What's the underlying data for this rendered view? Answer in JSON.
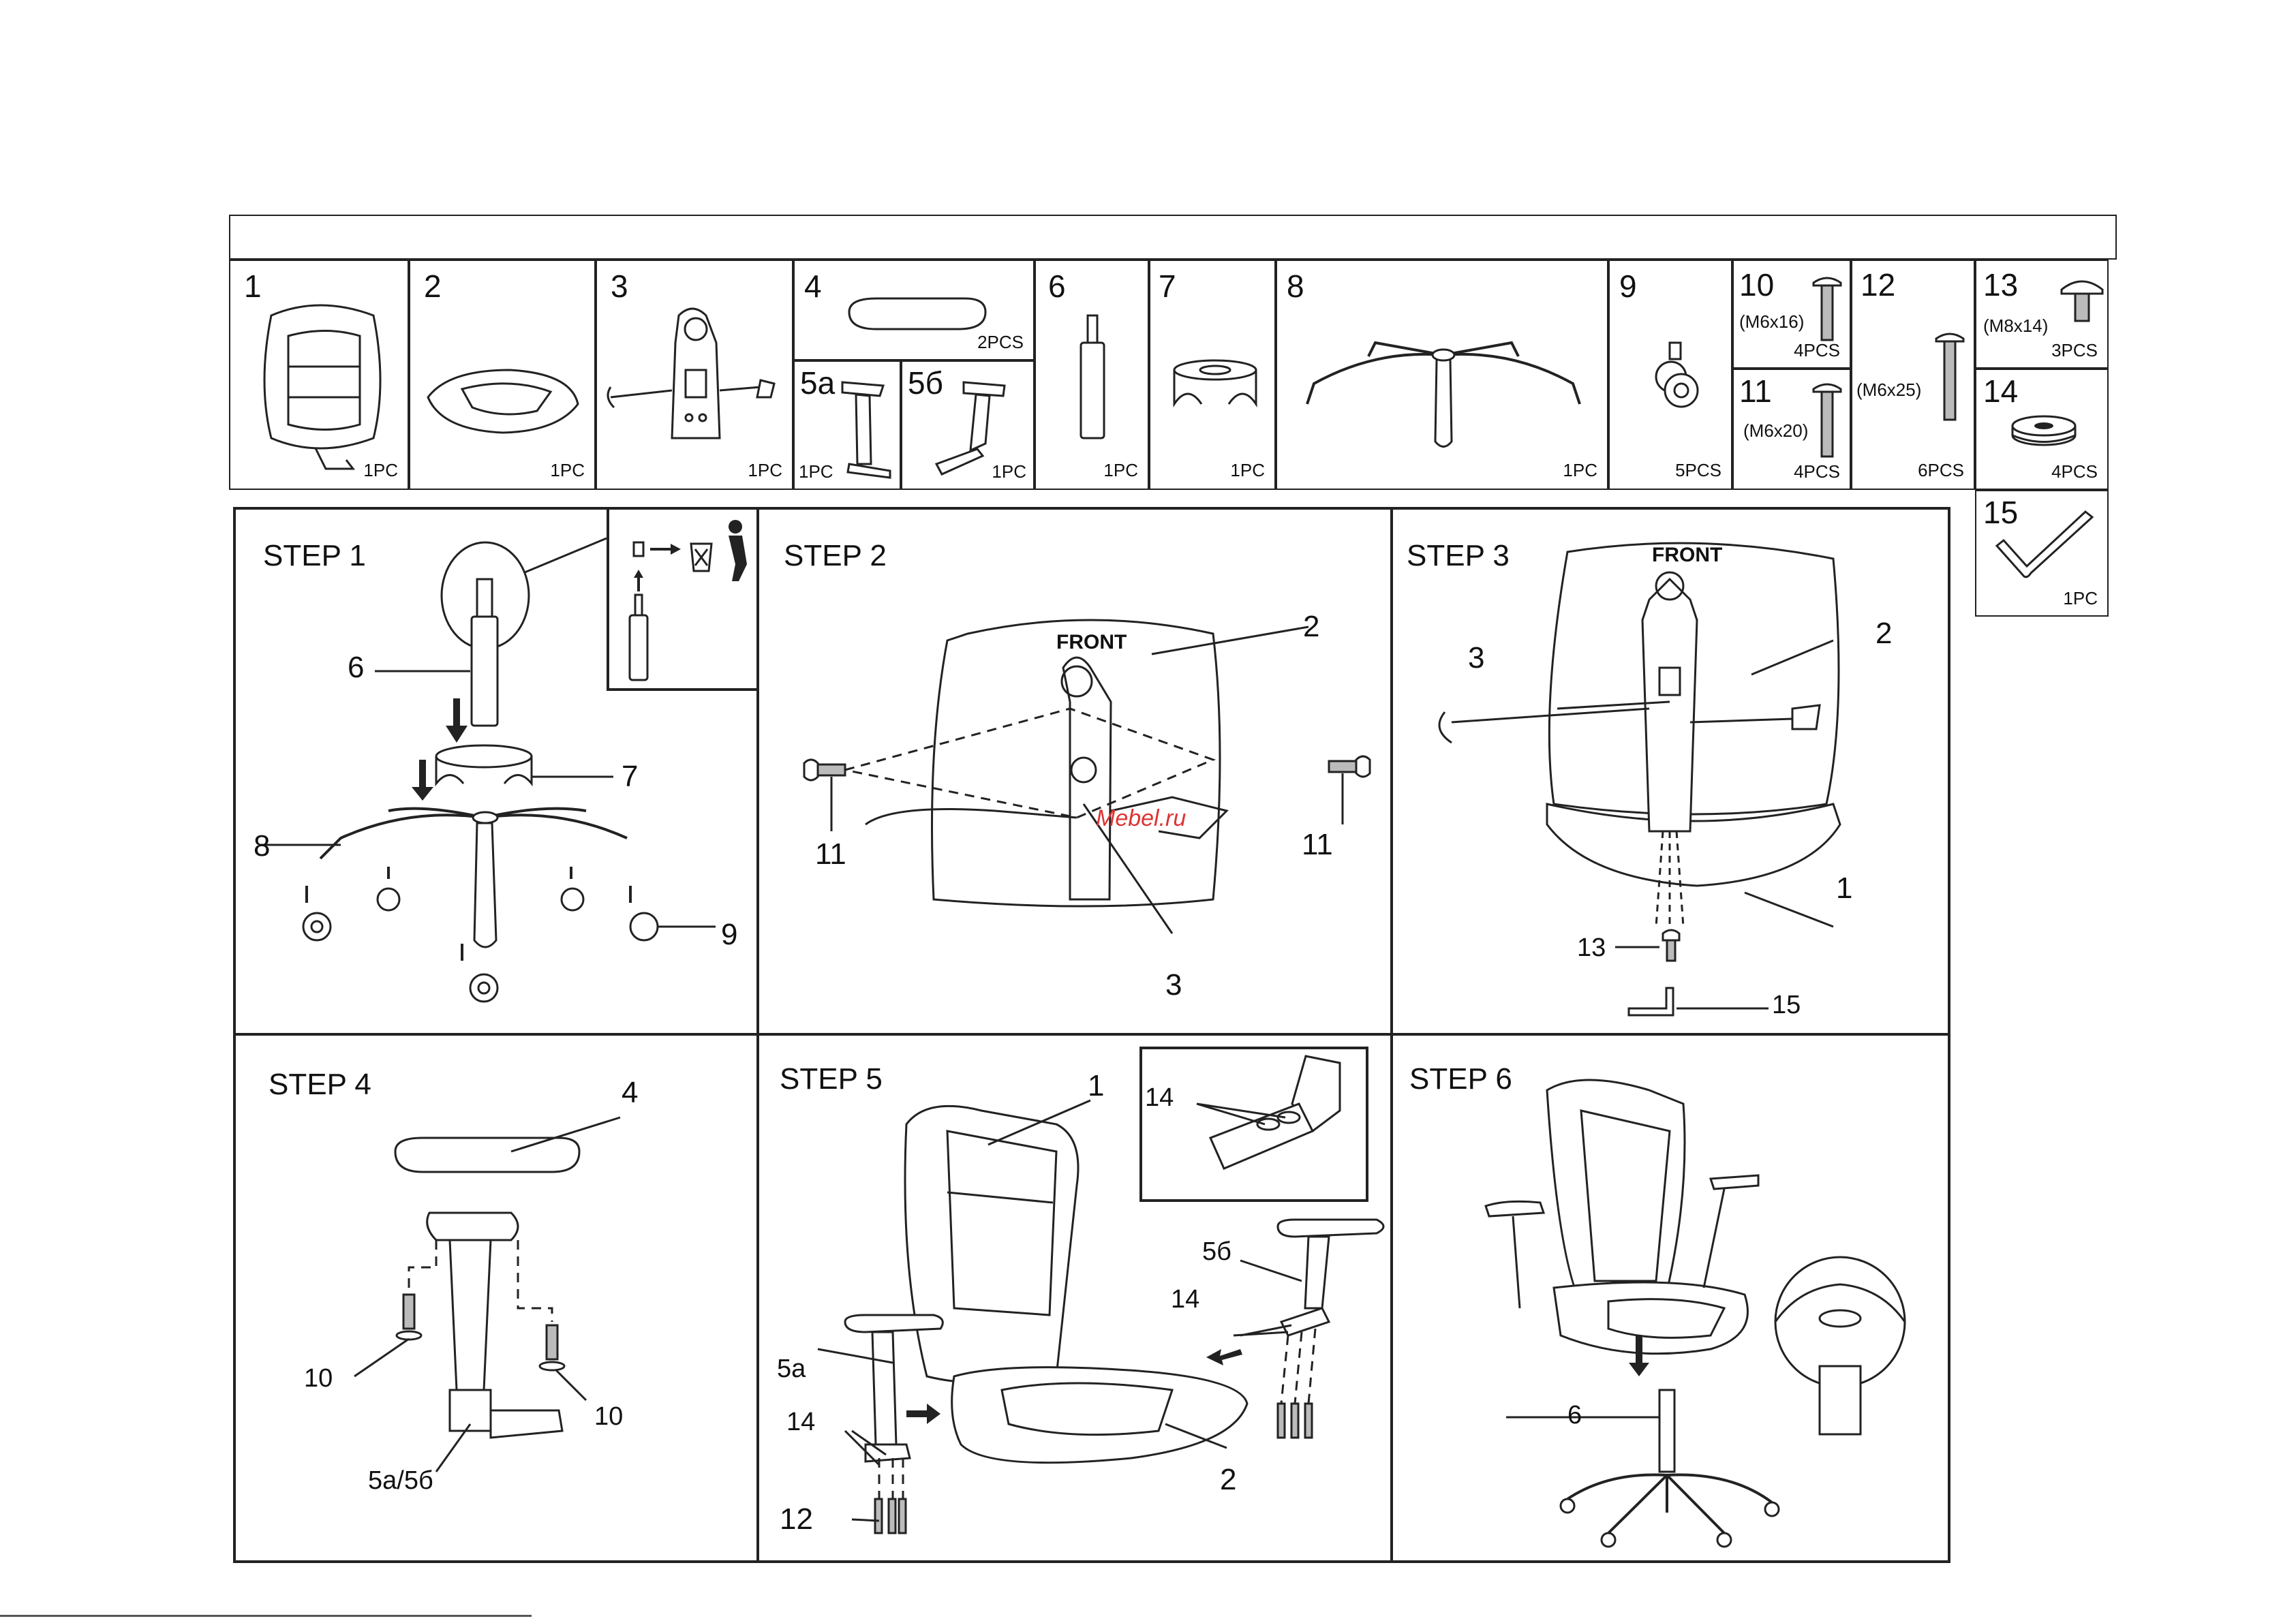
{
  "parts": [
    {
      "id": "part-1",
      "number": "1",
      "qty": "1PC",
      "icon": "backrest-icon"
    },
    {
      "id": "part-2",
      "number": "2",
      "qty": "1PC",
      "icon": "seat-cushion-icon"
    },
    {
      "id": "part-3",
      "number": "3",
      "qty": "1PC",
      "icon": "tilt-mechanism-icon"
    },
    {
      "id": "part-4",
      "number": "4",
      "qty": "2PCS",
      "icon": "armrest-pad-icon"
    },
    {
      "id": "part-5a",
      "number": "5a",
      "qty": "1PC",
      "icon": "armrest-left-icon"
    },
    {
      "id": "part-5b",
      "number": "5б",
      "qty": "1PC",
      "icon": "armrest-right-icon"
    },
    {
      "id": "part-6",
      "number": "6",
      "qty": "1PC",
      "icon": "gas-lift-icon"
    },
    {
      "id": "part-7",
      "number": "7",
      "qty": "1PC",
      "icon": "gas-lift-cover-icon"
    },
    {
      "id": "part-8",
      "number": "8",
      "qty": "1PC",
      "icon": "five-star-base-icon"
    },
    {
      "id": "part-9",
      "number": "9",
      "qty": "5PCS",
      "icon": "caster-icon"
    },
    {
      "id": "part-10",
      "number": "10",
      "spec": "(M6x16)",
      "qty": "4PCS",
      "icon": "bolt-icon"
    },
    {
      "id": "part-11",
      "number": "11",
      "spec": "(M6x20)",
      "qty": "4PCS",
      "icon": "bolt-icon"
    },
    {
      "id": "part-12",
      "number": "12",
      "spec": "(M6x25)",
      "qty": "6PCS",
      "icon": "bolt-icon"
    },
    {
      "id": "part-13",
      "number": "13",
      "spec": "(M8x14)",
      "qty": "3PCS",
      "icon": "bolt-icon"
    },
    {
      "id": "part-14",
      "number": "14",
      "qty": "4PCS",
      "icon": "washer-icon"
    },
    {
      "id": "part-15",
      "number": "15",
      "qty": "1PC",
      "icon": "allen-key-icon"
    }
  ],
  "steps": [
    {
      "title": "STEP 1",
      "callouts": [
        "6",
        "7",
        "8",
        "9"
      ]
    },
    {
      "title": "STEP 2",
      "front_label": "FRONT",
      "callouts": [
        "2",
        "11",
        "11",
        "3"
      ],
      "watermark": "Mebel.ru"
    },
    {
      "title": "STEP 3",
      "front_label": "FRONT",
      "callouts": [
        "3",
        "2",
        "1",
        "13",
        "15"
      ]
    },
    {
      "title": "STEP 4",
      "callouts": [
        "4",
        "10",
        "10",
        "5a/5б"
      ]
    },
    {
      "title": "STEP 5",
      "callouts": [
        "1",
        "14",
        "5б",
        "14",
        "5a",
        "14",
        "2",
        "12"
      ]
    },
    {
      "title": "STEP 6",
      "callouts": [
        "6"
      ]
    }
  ]
}
